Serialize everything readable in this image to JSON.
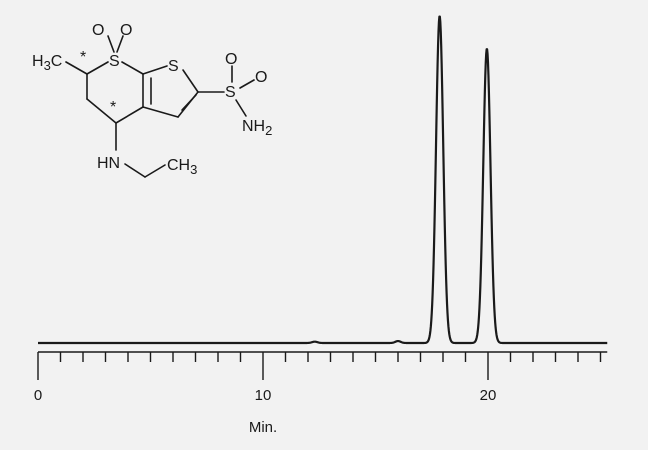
{
  "chart_data": {
    "type": "line",
    "x_unit": "Min.",
    "xlabel": "Min.",
    "xlim": [
      0,
      25.3
    ],
    "x_tick_labels": [
      "0",
      "10",
      "20"
    ],
    "major_ticks": [
      0,
      10,
      20
    ],
    "minor_tick_step": 1,
    "y_axis_shown": false,
    "series": [
      {
        "peaks": [
          {
            "retention_time_min": 17.85,
            "relative_height": 1.0
          },
          {
            "retention_time_min": 19.95,
            "relative_height": 0.9
          }
        ],
        "minor_bumps": [
          {
            "retention_time_min": 12.3,
            "relative_height": 0.004
          },
          {
            "retention_time_min": 16.0,
            "relative_height": 0.006
          }
        ]
      }
    ],
    "colors": {
      "background": "#f2f2f2",
      "line": "#1a1a1a"
    }
  },
  "structure": {
    "labels": {
      "h3c": "H",
      "h3c_sub": "3",
      "h3c_c": "C",
      "s_ring": "S",
      "o_left": "O",
      "o_right": "O",
      "s_thio": "S",
      "s_sulf": "S",
      "o_sulf_top": "O",
      "o_sulf_right": "O",
      "nh2_n": "NH",
      "nh2_sub": "2",
      "hn": "HN",
      "ch3_c": "CH",
      "ch3_sub": "3",
      "star1": "*",
      "star2": "*"
    }
  }
}
